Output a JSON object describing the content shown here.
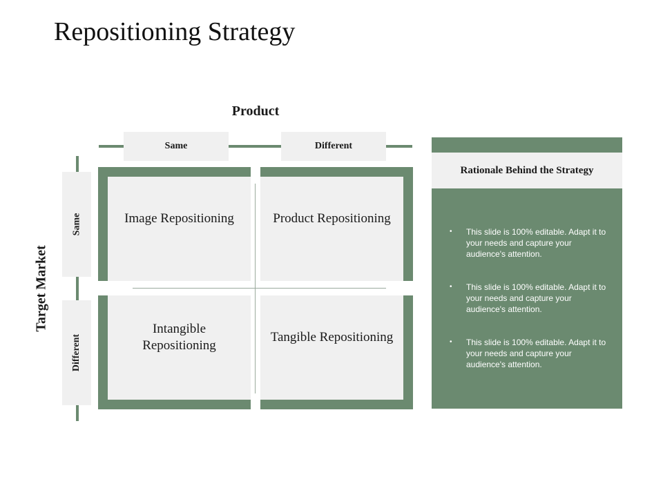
{
  "title": "Repositioning Strategy",
  "axes": {
    "product_label": "Product",
    "target_market_label": "Target Market",
    "columns": [
      "Same",
      "Different"
    ],
    "rows": [
      "Same",
      "Different"
    ]
  },
  "quadrants": {
    "top_left": "Image Repositioning",
    "top_right": "Product Repositioning",
    "bottom_left": "Intangible Repositioning",
    "bottom_right": "Tangible Repositioning"
  },
  "panel": {
    "heading": "Rationale Behind the Strategy",
    "bullets": [
      "This slide is 100% editable. Adapt it to your needs and capture your audience's attention.",
      "This slide is 100% editable. Adapt it to your needs and capture your audience's attention.",
      "This slide is 100% editable. Adapt it to your needs and capture your audience's attention."
    ]
  },
  "colors": {
    "accent_green": "#6b8a70",
    "box_gray": "#f0f0f0"
  }
}
